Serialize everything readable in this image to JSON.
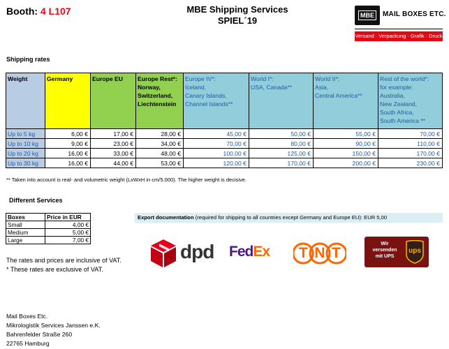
{
  "header": {
    "booth_label": "Booth:",
    "booth_number": "4 L107",
    "title": "MBE Shipping Services",
    "subtitle": "SPIEL´19",
    "logo_mark": "MBE",
    "logo_brand": "MAIL BOXES ETC.",
    "logo_tagline": "Versand · Verpackung · Grafik · Druck"
  },
  "shipping_rates": {
    "heading": "Shipping rates",
    "columns": [
      {
        "line1": "Weight",
        "line2": "",
        "line3": "",
        "line4": "",
        "line5": "",
        "line6": ""
      },
      {
        "line1": "Germany",
        "line2": "",
        "line3": "",
        "line4": "",
        "line5": "",
        "line6": ""
      },
      {
        "line1": "Europe EU",
        "line2": "",
        "line3": "",
        "line4": "",
        "line5": "",
        "line6": ""
      },
      {
        "line1": "Europe Rest*:",
        "line2": "Norway,",
        "line3": "Switzerland,",
        "line4": "Liechtenstein",
        "line5": "",
        "line6": ""
      },
      {
        "line1": "Europe IV*:",
        "line2": "Iceland,",
        "line3": "Canary Islands,",
        "line4": "Channel Islands**",
        "line5": "",
        "line6": ""
      },
      {
        "line1": "World I*:",
        "line2": "USA, Canada**",
        "line3": "",
        "line4": "",
        "line5": "",
        "line6": ""
      },
      {
        "line1": "World II*:",
        "line2": "Asia,",
        "line3": "Central America**",
        "line4": "",
        "line5": "",
        "line6": ""
      },
      {
        "line1": "Rest of the world*:",
        "line2": "for example:",
        "line3": "Australia,",
        "line4": "New Zealand,",
        "line5": "South Africa,",
        "line6": "South America **"
      }
    ],
    "rows": [
      {
        "weight": "Up to 5 kg",
        "values": [
          "6,00 €",
          "17,00 €",
          "28,00 €",
          "45,00 €",
          "50,00 €",
          "55,00 €",
          "70,00 €"
        ]
      },
      {
        "weight": "Up to 10 kg",
        "values": [
          "9,00 €",
          "23,00 €",
          "34,00 €",
          "70,00 €",
          "80,00 €",
          "90,00 €",
          "110,00 €"
        ]
      },
      {
        "weight": "Up to  20 kg",
        "values": [
          "16,00 €",
          "33,00 €",
          "48,00 €",
          "100,00 €",
          "125,00 €",
          "150,00 €",
          "170,00 €"
        ]
      },
      {
        "weight": "Up to 30 kg",
        "values": [
          "16,00 €",
          "44,00 €",
          "53,00 €",
          "120,00 €",
          "170,00 €",
          "200,00 €",
          "230,00 €"
        ]
      }
    ],
    "footnote": "** Taken into account is real- and volumetric weight (LxWxH in cm/5.000). The higher weight is decisive."
  },
  "different_services": {
    "heading": "Different Services",
    "boxes_header": "Boxes",
    "price_header": "Price in EUR",
    "boxes": [
      {
        "name": "Small",
        "price": "4,00 €"
      },
      {
        "name": "Medium",
        "price": "5,00 €"
      },
      {
        "name": "Large",
        "price": "7,00 €"
      }
    ],
    "export_label": "Export documentation",
    "export_text": " (required for shipping to all countries except Germany and Europe EU): EUR 5,00",
    "vat_note_1": "The rates and prices are inclusive of VAT.",
    "vat_note_2": "* These rates are exclusive of VAT."
  },
  "carriers": {
    "dpd": "dpd",
    "fedex_fed": "Fed",
    "fedex_ex": "Ex",
    "tnt": "TNT",
    "ups_line1": "Wir",
    "ups_line2": "versenden",
    "ups_line3": "mit UPS",
    "ups_mark": "ups"
  },
  "address": {
    "line1": "Mail Boxes Etc.",
    "line2": "Mikrologistik Services Janssen e.K.",
    "line3": "Bahrenfelder Straße 260",
    "line4": "22765 Hamburg"
  },
  "colors": {
    "accent_red": "#e30613",
    "weight_blue": "#b8cce4",
    "germany_yellow": "#ffff00",
    "europe_green": "#92d050",
    "world_cyan": "#92cddc",
    "text_blue": "#1f5aa6"
  }
}
